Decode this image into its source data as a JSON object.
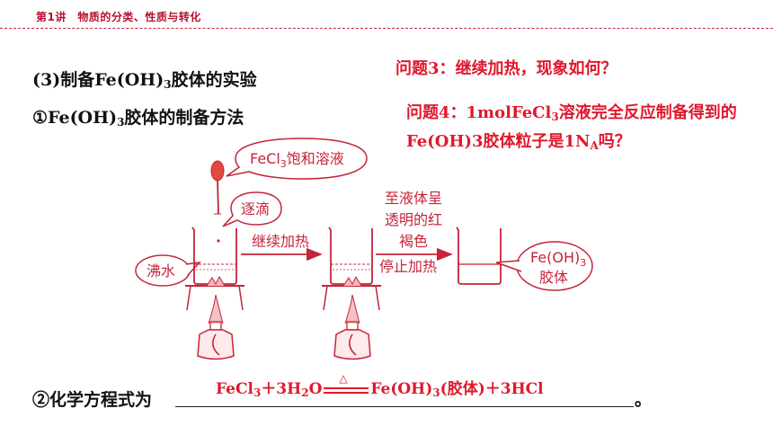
{
  "header": {
    "title": "第1讲　物质的分类、性质与转化"
  },
  "section": {
    "heading_prefix": "(3)制备Fe(OH)",
    "heading_sub": "3",
    "heading_suffix": "胶体的实验",
    "method_prefix": "①Fe(OH)",
    "method_sub": "3",
    "method_suffix": "胶体的制备方法"
  },
  "questions": {
    "q3": "问题3：继续加热，现象如何？",
    "q4_part1": "问题4：1molFeCl",
    "q4_sub1": "3",
    "q4_part2": "溶液完全反应制备得到的Fe(OH)3胶体粒子是1N",
    "q4_sub2": "A",
    "q4_part3": "吗？"
  },
  "diagram": {
    "bubble_reagent_main": "FeCl",
    "bubble_reagent_sub": "3",
    "bubble_reagent_rest": "饱和溶液",
    "bubble_drop": "逐滴",
    "bubble_water": "沸水",
    "arrow1_label": "继续加热",
    "arrow2_label_lines": [
      "至液体呈",
      "透明的红",
      "褐色",
      "停止加热"
    ],
    "bubble_colloid_line1_main": "Fe(OH)",
    "bubble_colloid_line1_sub": "3",
    "bubble_colloid_line2": "胶体"
  },
  "equation": {
    "prompt": "②化学方程式为",
    "end_mark": "。",
    "fecl": "FeCl",
    "sub3a": "3",
    "plus1": "＋3H",
    "sub2": "2",
    "o": "O",
    "delta": "△",
    "product": "Fe(OH)",
    "sub3b": "3",
    "rest": "(胶体)＋3HCl"
  },
  "colors": {
    "accent_red": "#e0182d",
    "header_red": "#b5122f",
    "diagram_red": "#c5243a"
  }
}
